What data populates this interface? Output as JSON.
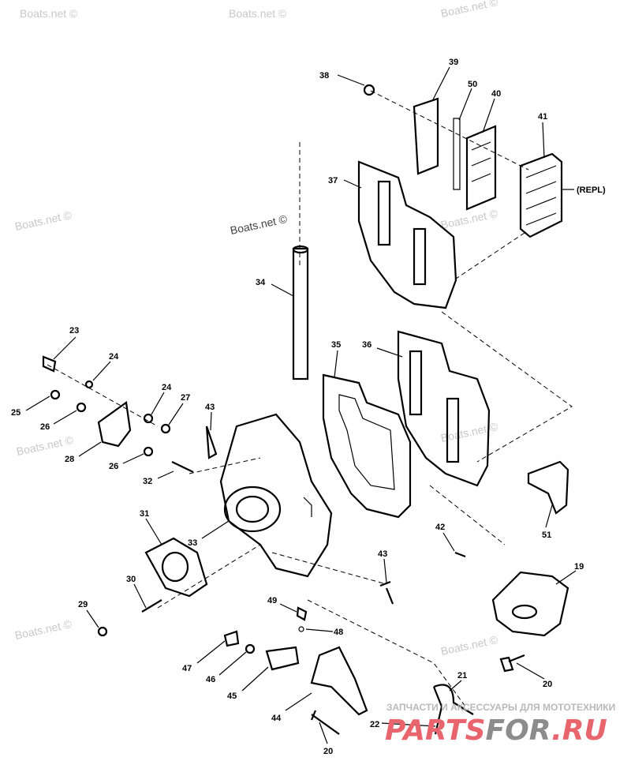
{
  "watermarks": {
    "boats": "Boats.net ©",
    "ru_tagline": "ЗАПЧАСТИ И АКСЕССУАРЫ ДЛЯ МОТОТЕХНИКИ",
    "logo_red": "PARTS",
    "logo_gray": "FOR",
    "logo_suffix": ".RU",
    "logo_red_color": "#e8656d",
    "logo_gray_color": "#8c8c8c"
  },
  "callouts": {
    "c38": "38",
    "c39": "39",
    "c50": "50",
    "c40": "40",
    "c41": "41",
    "repl": "(REPL)",
    "c37": "37",
    "c34": "34",
    "c35": "35",
    "c36": "36",
    "c23": "23",
    "c24a": "24",
    "c25": "25",
    "c26a": "26",
    "c28": "28",
    "c24b": "24",
    "c27": "27",
    "c43a": "43",
    "c26b": "26",
    "c32": "32",
    "c31": "31",
    "c33": "33",
    "c30": "30",
    "c29": "29",
    "c42": "42",
    "c51": "51",
    "c43b": "43",
    "c19": "19",
    "c49": "49",
    "c48": "48",
    "c47": "47",
    "c46": "46",
    "c45": "45",
    "c21": "21",
    "c20a": "20",
    "c22": "22",
    "c44": "44",
    "c20b": "20"
  }
}
